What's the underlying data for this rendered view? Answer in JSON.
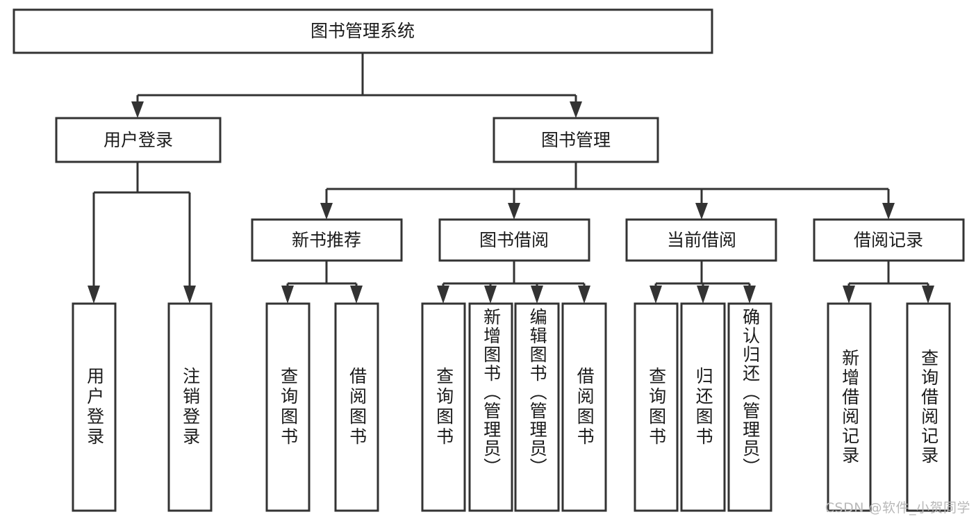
{
  "diagram": {
    "title": "图书管理系统",
    "type": "tree-hierarchy-chart",
    "orientation": "top-down",
    "root": {
      "label": "图书管理系统"
    },
    "level2": [
      {
        "label": "用户登录"
      },
      {
        "label": "图书管理"
      }
    ],
    "level3": [
      {
        "label": "新书推荐"
      },
      {
        "label": "图书借阅"
      },
      {
        "label": "当前借阅"
      },
      {
        "label": "借阅记录"
      }
    ],
    "leaves": {
      "user_login": [
        {
          "label": "用户登录"
        },
        {
          "label": "注销登录"
        }
      ],
      "new_book_recommend": [
        {
          "label": "查询图书"
        },
        {
          "label": "借阅图书"
        }
      ],
      "book_borrow": [
        {
          "label": "查询图书"
        },
        {
          "label": "新增图书（管理员）"
        },
        {
          "label": "编辑图书（管理员）"
        },
        {
          "label": "借阅图书"
        }
      ],
      "current_borrow": [
        {
          "label": "查询图书"
        },
        {
          "label": "归还图书"
        },
        {
          "label": "确认归还（管理员）"
        }
      ],
      "borrow_record": [
        {
          "label": "新增借阅记录"
        },
        {
          "label": "查询借阅记录"
        }
      ]
    },
    "colors": {
      "box_stroke": "#333333",
      "box_fill": "#ffffff",
      "text": "#1a1a1a",
      "background": "#ffffff",
      "watermark": "#b9b9b9"
    }
  },
  "watermark": {
    "text": "CSDN @软件_小贺同学"
  }
}
